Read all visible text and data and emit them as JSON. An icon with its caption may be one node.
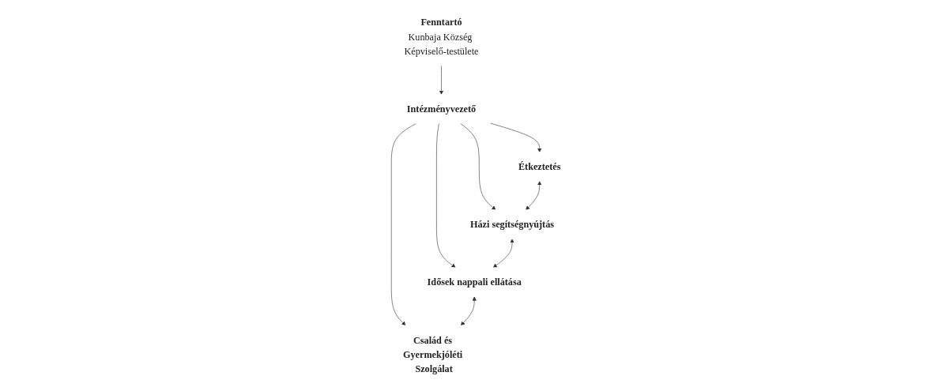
{
  "diagram": {
    "nodes": [
      {
        "text": [
          "Fenntartó",
          "Kunbaja Község Képviselő-testülete"
        ]
      },
      {
        "text": [
          "Intézményvezető"
        ]
      },
      {
        "text": [
          "Étkeztetés"
        ]
      },
      {
        "text": [
          "Házi segítségnyújtás"
        ]
      },
      {
        "text": [
          "Idősek nappali ellátása"
        ]
      },
      {
        "text": [
          "Család és Gyermekjóléti Szolgálat"
        ]
      }
    ],
    "edges": [
      {
        "from": 0,
        "to": 1,
        "arrow": "to"
      },
      {
        "from": 1,
        "to": 2,
        "arrow": "to"
      },
      {
        "from": 1,
        "to": 3,
        "arrow": "to"
      },
      {
        "from": 1,
        "to": 4,
        "arrow": "to"
      },
      {
        "from": 1,
        "to": 5,
        "arrow": "to"
      },
      {
        "from": 2,
        "to": 3,
        "arrow": "both"
      },
      {
        "from": 3,
        "to": 4,
        "arrow": "both"
      },
      {
        "from": 4,
        "to": 5,
        "arrow": "both"
      }
    ]
  }
}
